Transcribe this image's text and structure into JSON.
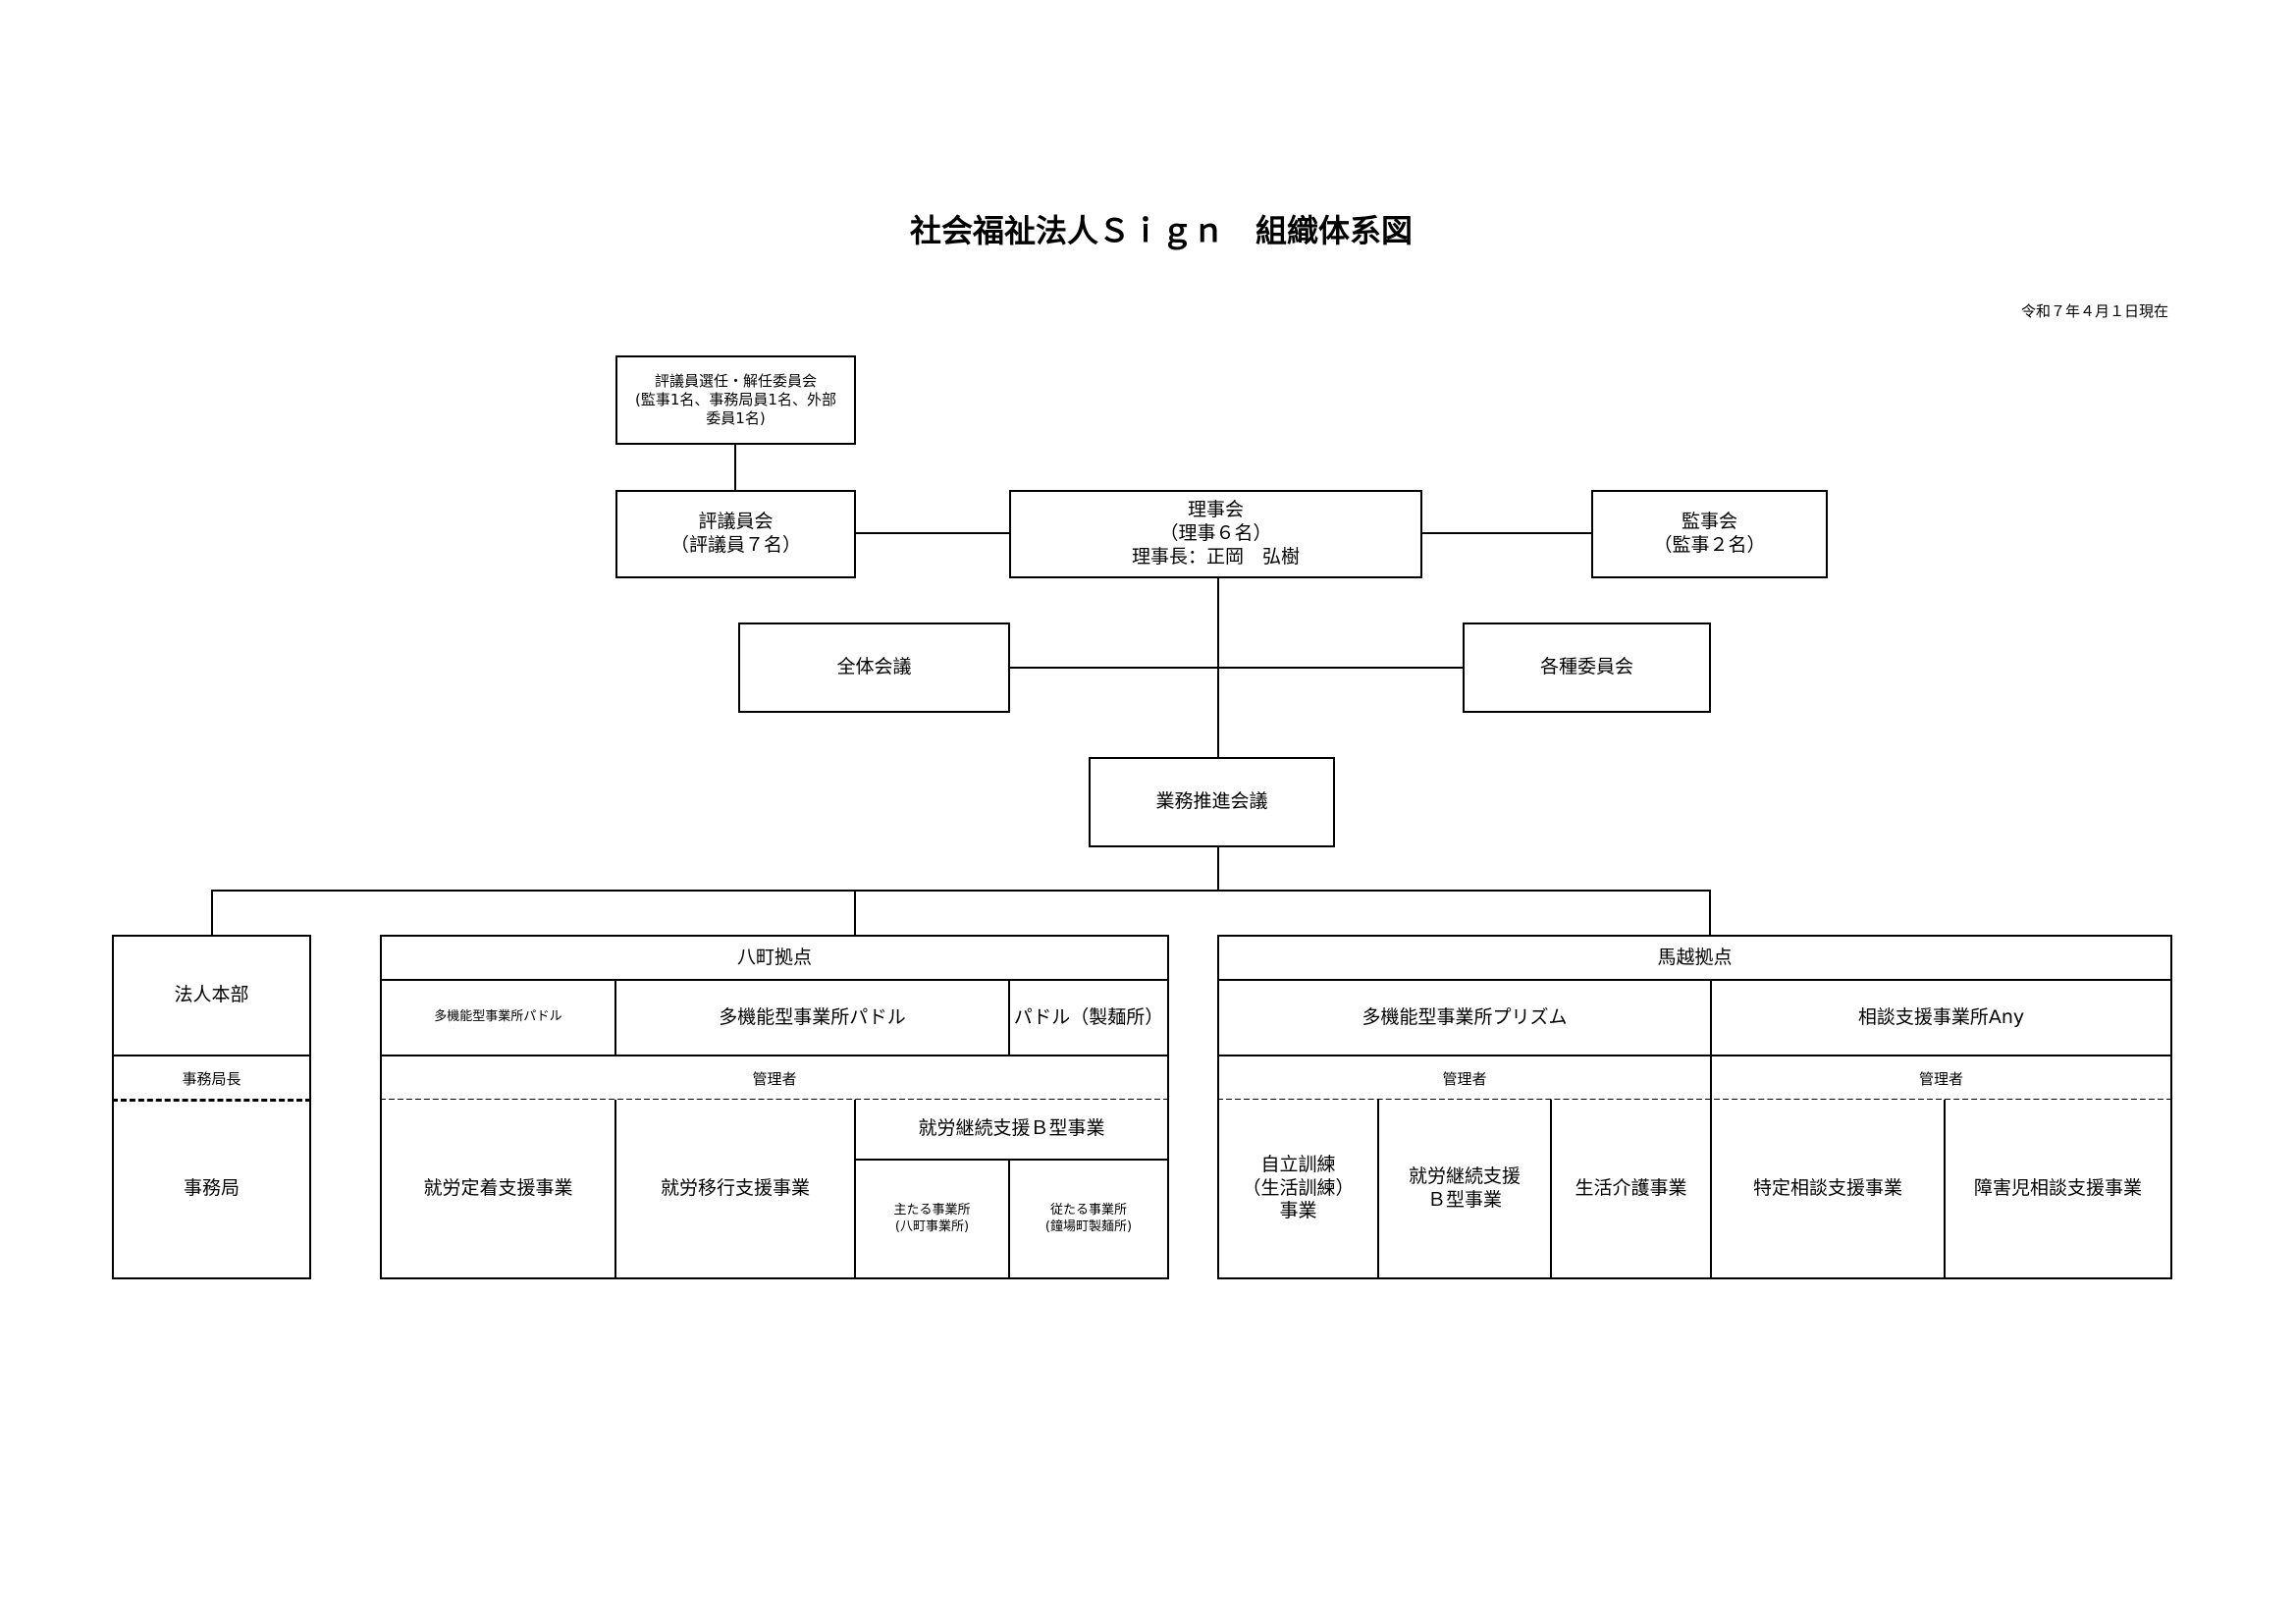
{
  "title": "社会福祉法人Ｓｉｇｎ　組織体系図",
  "date": "令和７年４月１日現在",
  "top": {
    "selection_committee": "評議員選任・解任委員会\n(監事1名、事務局員1名、外部\n委員1名)",
    "councillors": "評議員会\n（評議員７名）",
    "board": "理事会\n（理事６名）\n理事長：正岡　弘樹",
    "auditors": "監事会\n（監事２名）",
    "general_meeting": "全体会議",
    "committees": "各種委員会",
    "business_meeting": "業務推進会議"
  },
  "hq": {
    "name": "法人本部",
    "head": "事務局長",
    "office": "事務局"
  },
  "hachimachi": {
    "name": "八町拠点",
    "facility_small": "多機能型事業所パドル",
    "facility": "多機能型事業所パドル",
    "noodle": "パドル（製麺所）",
    "manager": "管理者",
    "service1": "就労定着支援事業",
    "service2": "就労移行支援事業",
    "service3": "就労継続支援Ｂ型事業",
    "main_office": "主たる事業所\n(八町事業所)",
    "sub_office": "従たる事業所\n(鐘場町製麺所)"
  },
  "magoshi": {
    "name": "馬越拠点",
    "facility1": "多機能型事業所プリズム",
    "facility2": "相談支援事業所Any",
    "manager1": "管理者",
    "manager2": "管理者",
    "service1": "自立訓練\n（生活訓練）\n事業",
    "service2": "就労継続支援\nＢ型事業",
    "service3": "生活介護事業",
    "service4": "特定相談支援事業",
    "service5": "障害児相談支援事業"
  }
}
